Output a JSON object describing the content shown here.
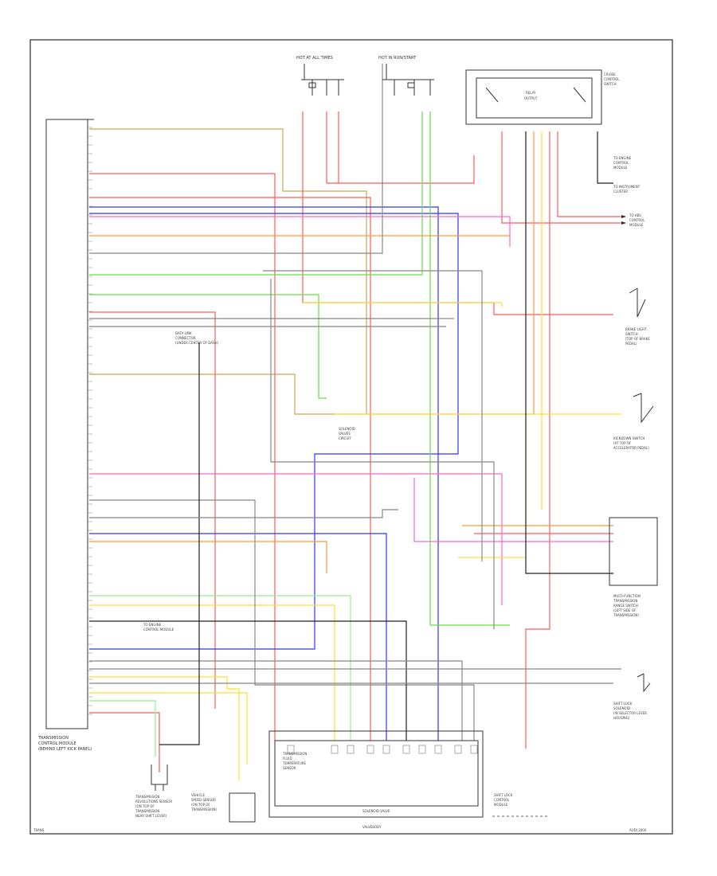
{
  "diagram": {
    "top_labels": {
      "hot_at_all_times": "HOT AT ALL TIMES",
      "hot_in_run_start": "HOT IN RUN/START"
    },
    "components": {
      "tcm": [
        "TRANSMISSION",
        "CONTROL MODULE",
        "(BEHIND LEFT KICK PANEL)"
      ],
      "shift_lock": [
        "SHIFT LOCK",
        "CONTROL",
        "MODULE"
      ],
      "relay_box": [
        "RELAY",
        "OUTPUT"
      ],
      "brake_switch": [
        "BRAKE LIGHT",
        "SWITCH",
        "(TOP OF BRAKE",
        "PEDAL)"
      ],
      "kickdown_switch": [
        "KICKDOWN SWITCH",
        "(AT TOP OF",
        "ACCELERATOR PEDAL)"
      ],
      "multi_function": [
        "MULTI-FUNCTION",
        "TRANSMISSION",
        "RANGE SWITCH",
        "(LEFT SIDE OF",
        "TRANSMISSION)"
      ],
      "shift_lock_solenoid": [
        "SHIFT LOCK",
        "SOLENOID",
        "(IN SELECTOR LEVER",
        "HOUSING)"
      ],
      "solenoid_valve": [
        "TRANSMISSION",
        "FLUID",
        "TEMPERATURE",
        "SENSOR"
      ],
      "solenoid_valve_bottom": "SOLENOID VALVE",
      "solenoid_valve_caption": "VALVEBODY",
      "speed_sensor_left": [
        "TRANSMISSION",
        "REVOLUTIONS SENSOR",
        "(ON TOP OF",
        "TRANSMISSION",
        "NEAR SHIFT LEVER)"
      ],
      "speed_sensor_right": [
        "VEHICLE",
        "SPEED SENSOR",
        "(ON TOP OF",
        "TRANSMISSION)"
      ],
      "ecm_connection": [
        "TO ENGINE",
        "CONTROL",
        "MODULE"
      ],
      "instrument": [
        "TO INSTRUMENT",
        "CLUSTER"
      ],
      "data_link": [
        "DATA LINK",
        "CONNECTOR",
        "(UNDER CENTER OF DASH)"
      ],
      "fuse_note": [
        "TO ENGINE",
        "CONTROL MODULE"
      ],
      "cruise_control": [
        "CRUISE",
        "CONTROL",
        "SWITCH"
      ],
      "solenoid": [
        "SOLENOID",
        "VALVES",
        "CIRCUIT"
      ],
      "sensor_label": [
        "TO ABS",
        "CONTROL",
        "MODULE"
      ]
    },
    "footer": {
      "left": "TRANS",
      "right": "AUDI 2000"
    }
  },
  "colors": {
    "red": "#ff5a5a",
    "blue": "#3333ff",
    "green": "#66dd44",
    "yellow": "#ffe033",
    "orange": "#ff9933",
    "pink": "#ff66cc",
    "tan": "#c8a850",
    "gray": "#888888",
    "black": "#222222",
    "lightgreen": "#99ee88"
  }
}
